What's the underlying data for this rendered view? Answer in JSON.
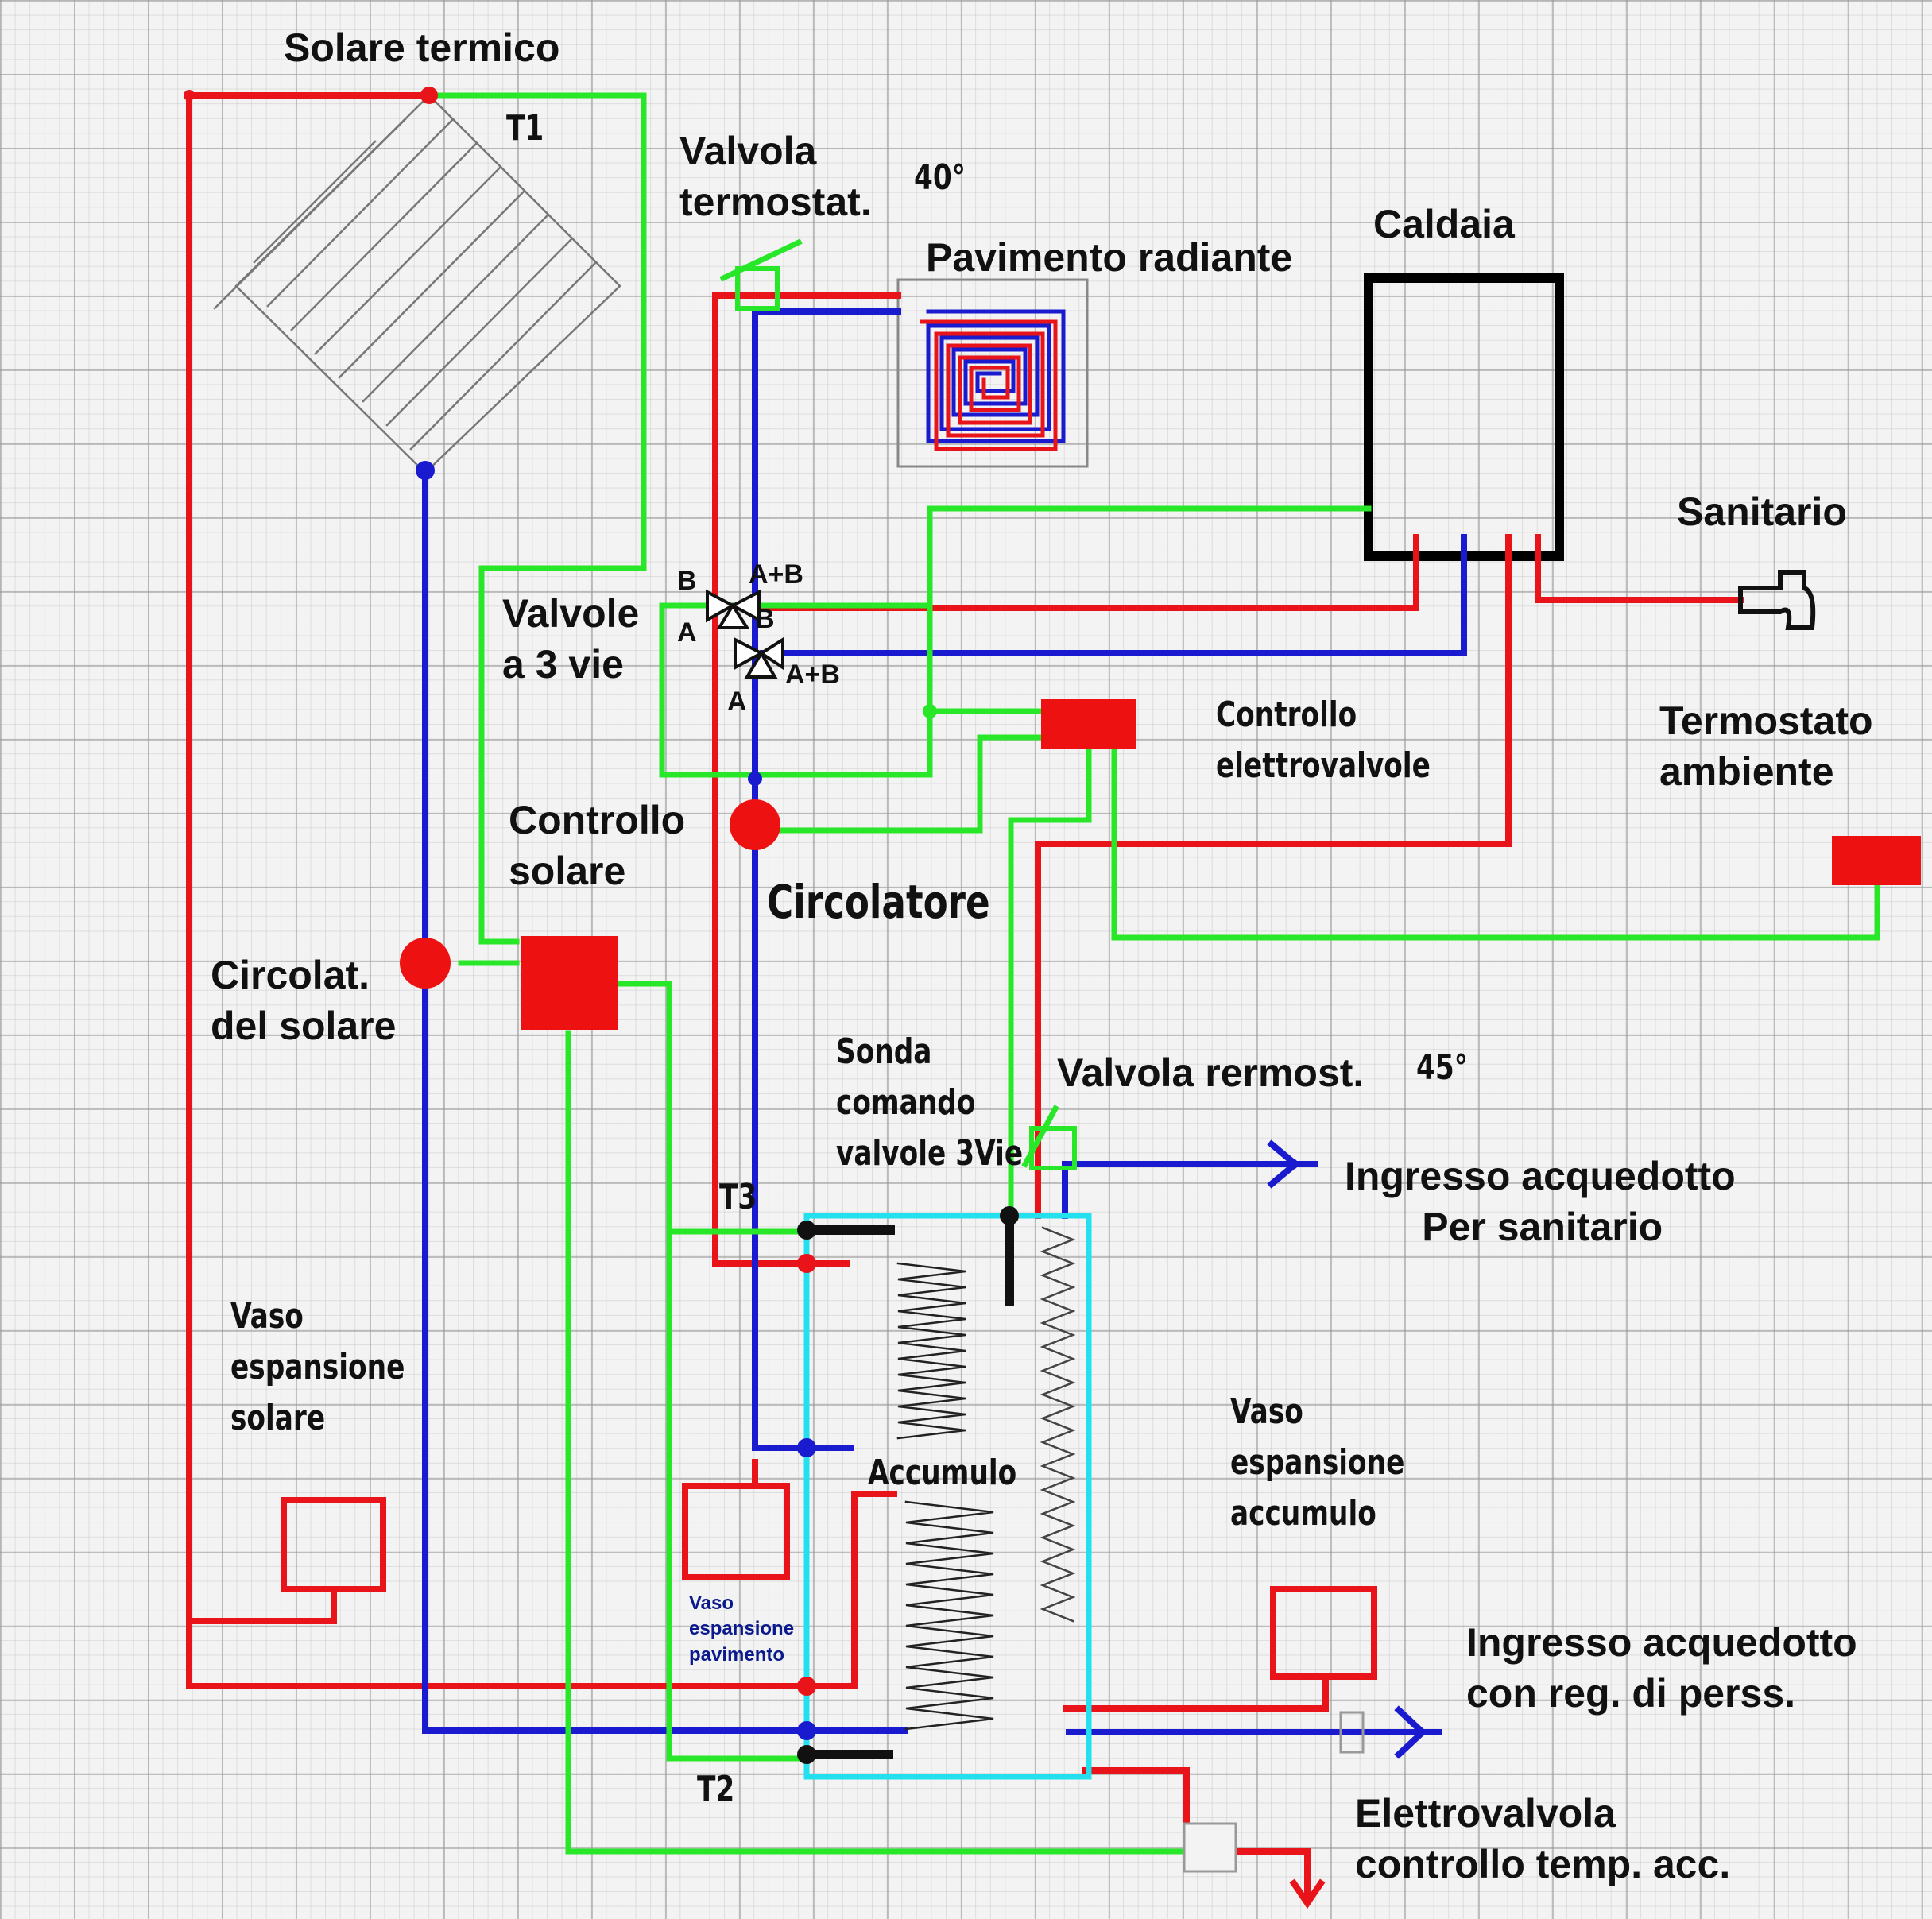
{
  "labels": {
    "solare_termico": "Solare termico",
    "t1": "T1",
    "valvola_termostat": "Valvola\ntermostat.",
    "deg40": "40°",
    "pavimento_radiante": "Pavimento radiante",
    "caldaia": "Caldaia",
    "sanitario": "Sanitario",
    "valvole_3_vie": "Valvole\na 3 vie",
    "b_top": "B",
    "ab_top": "A+B",
    "a_top": "A",
    "b_bottom": "B",
    "ab_bottom": "A+B",
    "a_bottom": "A",
    "controllo_elettrovalvole": "Controllo\nelettrovalvole",
    "termostato_ambiente": "Termostato\nambiente",
    "controllo_solare": "Controllo\nsolare",
    "circolatore": "Circolatore",
    "circolat_solare": "Circolat.\ndel solare",
    "sonda": "Sonda\ncomando\nvalvole 3Vie",
    "valvola_rermost": "Valvola rermost.",
    "deg45": "45°",
    "ingresso_sanitario": "Ingresso acquedotto\n       Per sanitario",
    "t3": "T3",
    "vaso_solare": "Vaso\nespansione\nsolare",
    "accumulo": "Accumulo",
    "vaso_accumulo": "Vaso\nespansione\naccumulo",
    "vaso_pavimento": "Vaso\nespansione\npavimento",
    "ingresso_reg": "Ingresso acquedotto\ncon reg. di perss.",
    "t2": "T2",
    "elettrovalvola": "Elettrovalvola\ncontrollo temp. acc."
  },
  "colors": {
    "hot": "#e8141a",
    "cold": "#1a1acf",
    "signal": "#28e628",
    "tank": "#22e0ee",
    "outline": "#111111",
    "component": "#ee1111"
  }
}
